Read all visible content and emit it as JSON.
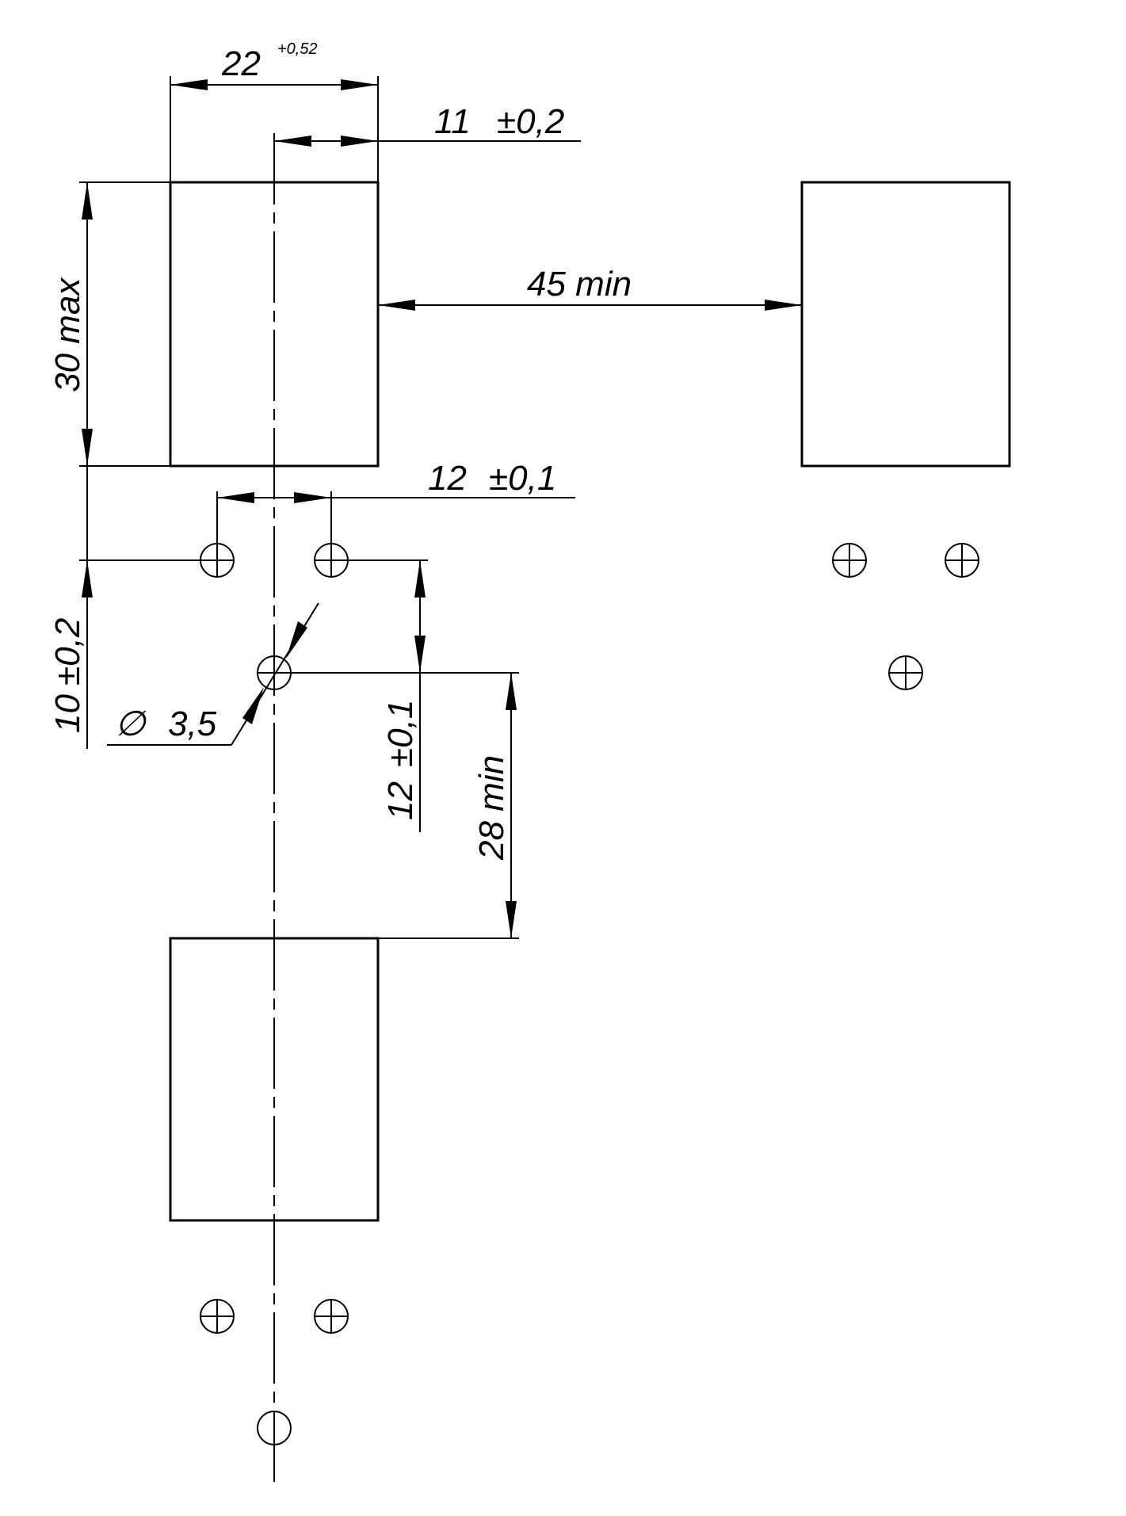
{
  "drawing": {
    "dimensions": {
      "width_22": {
        "value": "22",
        "tolerance": "+0,52"
      },
      "offset_11": {
        "value": "11",
        "tolerance": "±0,2"
      },
      "height_30": {
        "text": "30 max"
      },
      "spacing_45": {
        "text": "45 min"
      },
      "pin_spacing_12h": {
        "value": "12",
        "tolerance": "±0,1"
      },
      "gap_10": {
        "value": "10",
        "tolerance": "±0,2"
      },
      "hole_dia": {
        "symbol": "∅",
        "value": "3,5"
      },
      "pin_spacing_12v": {
        "value": "12",
        "tolerance": "±0,1"
      },
      "spacing_28": {
        "text": "28 min"
      }
    },
    "colors": {
      "line": "#000000",
      "background": "#ffffff"
    },
    "symbols": {
      "pin_hole": "crossed-circle",
      "pin_hole_blank": "plain-circle"
    }
  }
}
